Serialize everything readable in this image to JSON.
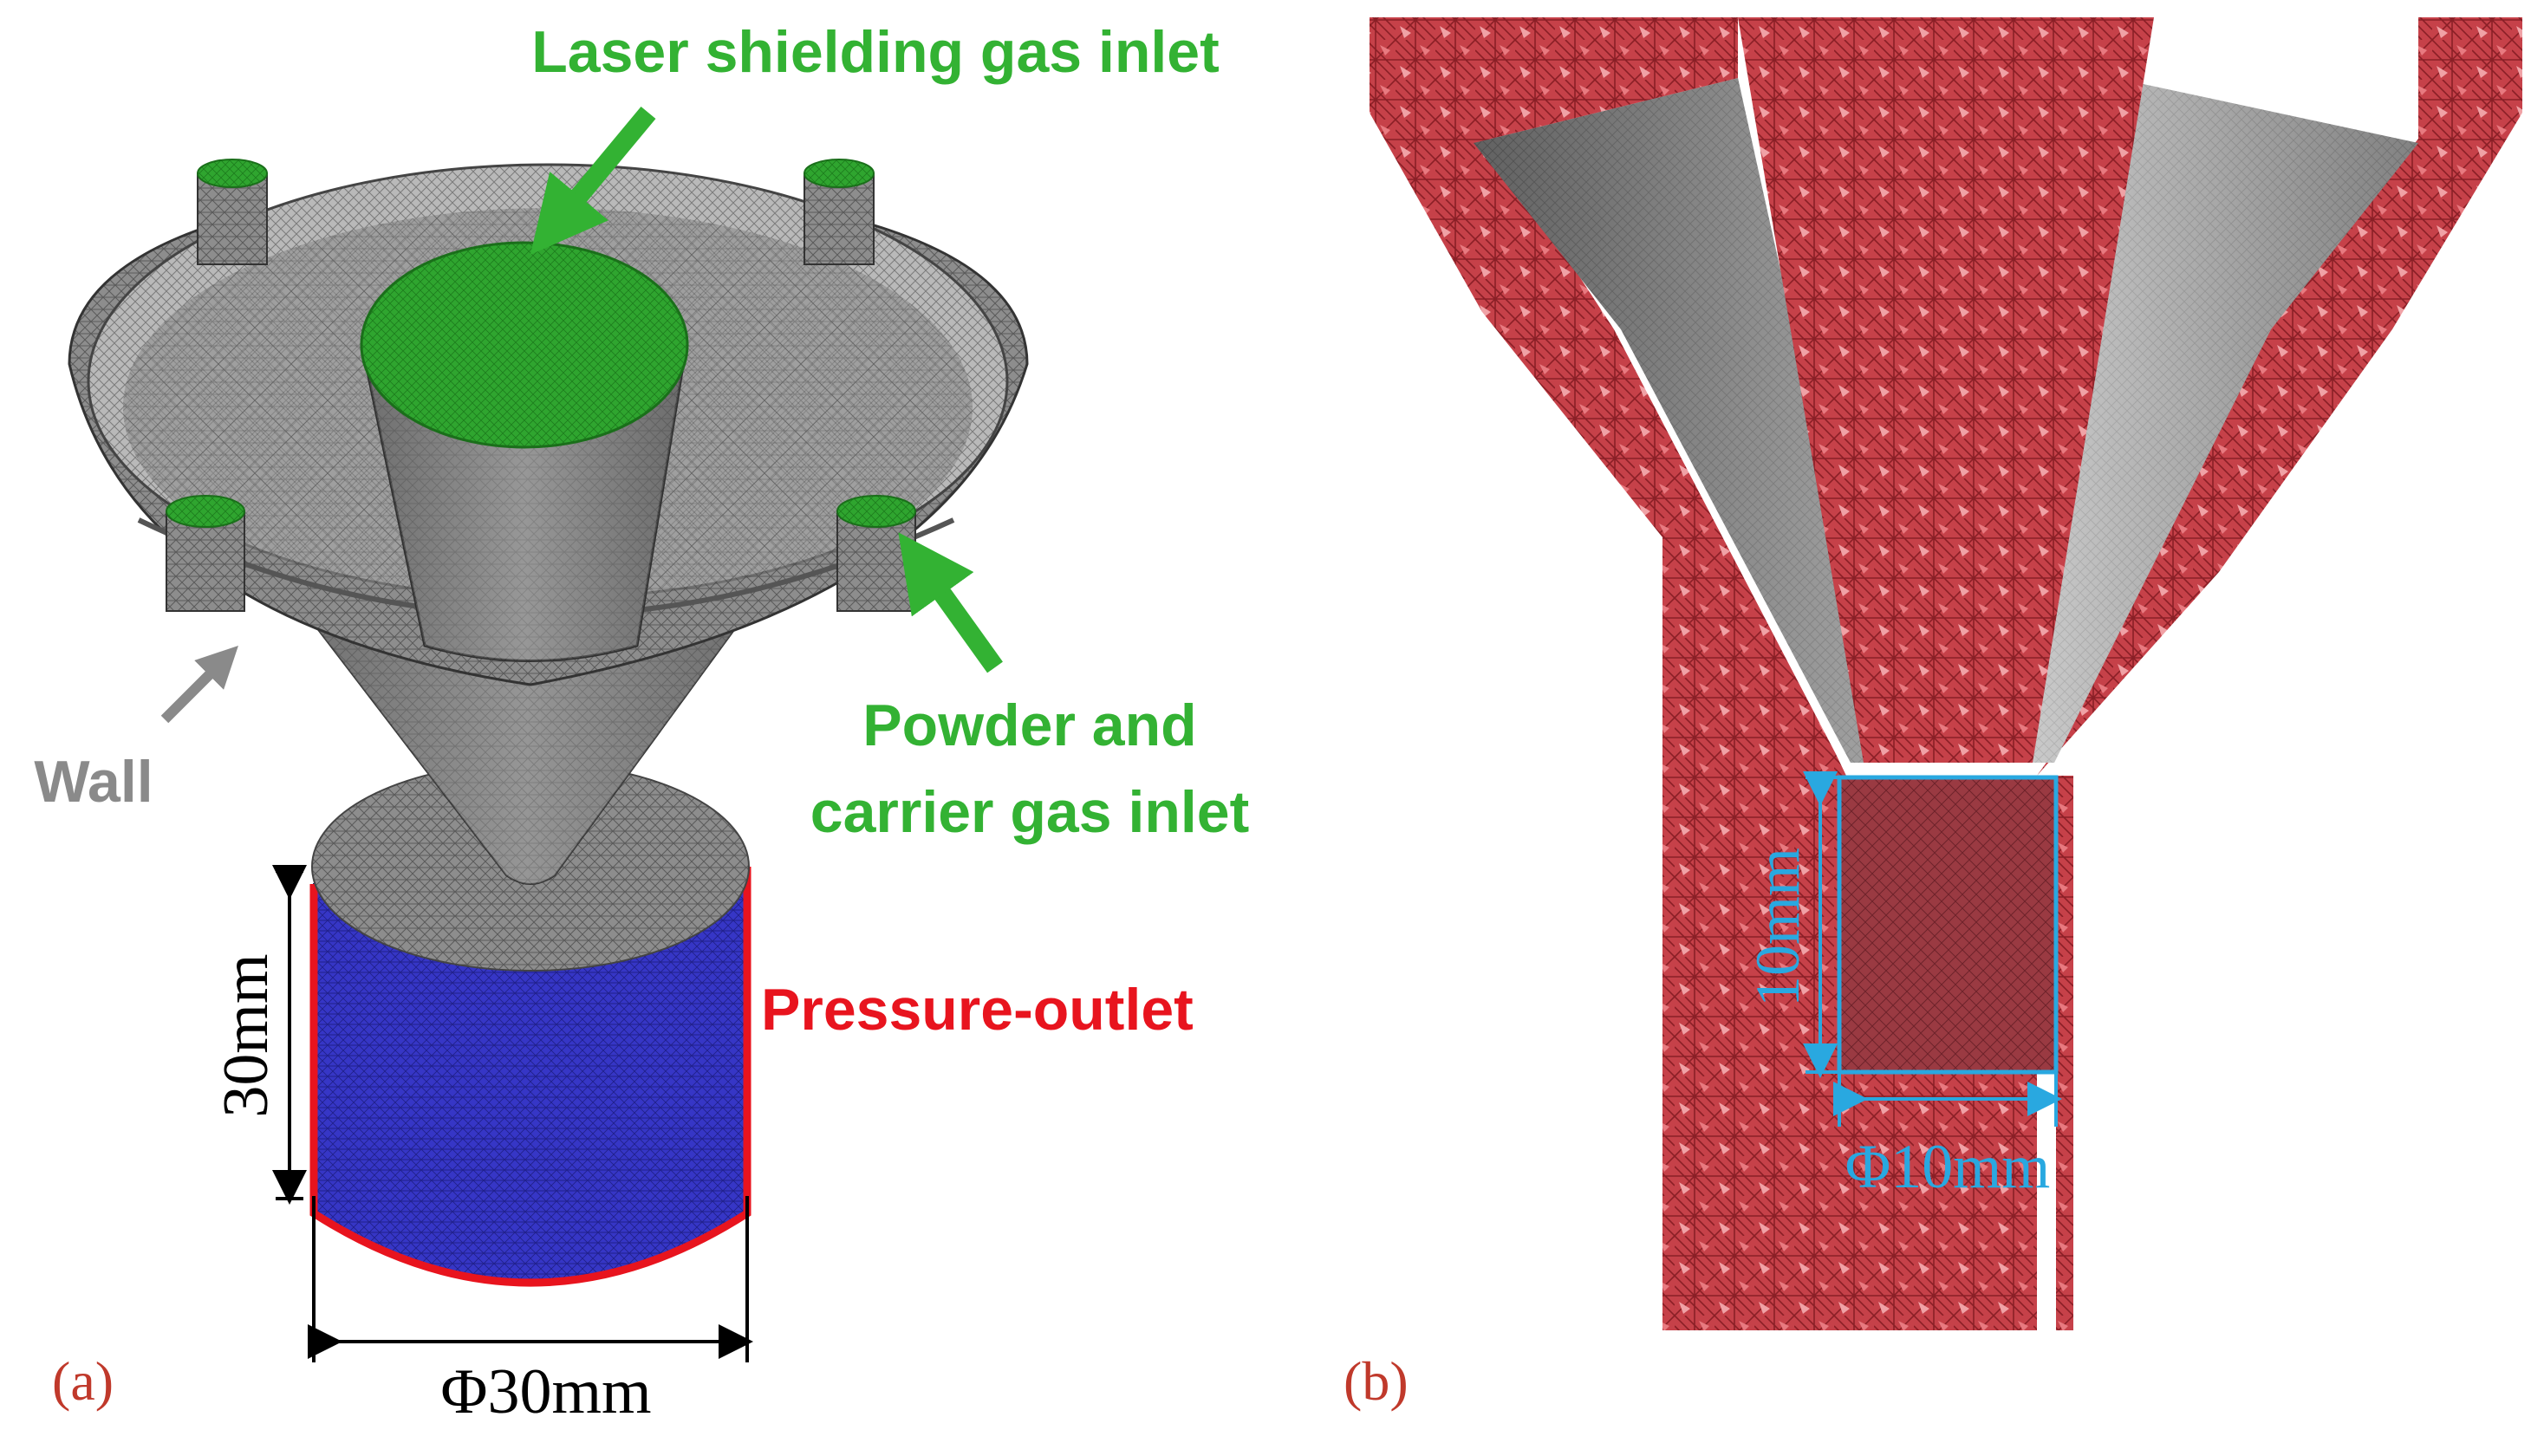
{
  "colors": {
    "inlet_green": "#2aa32a",
    "label_green": "#33b233",
    "wall_grey": "#8a8a8a",
    "outlet_red": "#e8141e",
    "outlet_blue": "#3434c8",
    "mesh_red": "#c8434b",
    "dimension_blue": "#29a8e0",
    "panel_label": "#c0392b"
  },
  "panel_a": {
    "label": "(a)",
    "laser_inlet_label": "Laser shielding gas inlet",
    "powder_inlet_label_line1": "Powder and",
    "powder_inlet_label_line2": "carrier gas inlet",
    "wall_label": "Wall",
    "outlet_label": "Pressure-outlet",
    "height_dim": "30mm",
    "diameter_dim": "Φ30mm"
  },
  "panel_b": {
    "label": "(b)",
    "height_dim": "10mm",
    "diameter_dim": "Φ10mm"
  }
}
